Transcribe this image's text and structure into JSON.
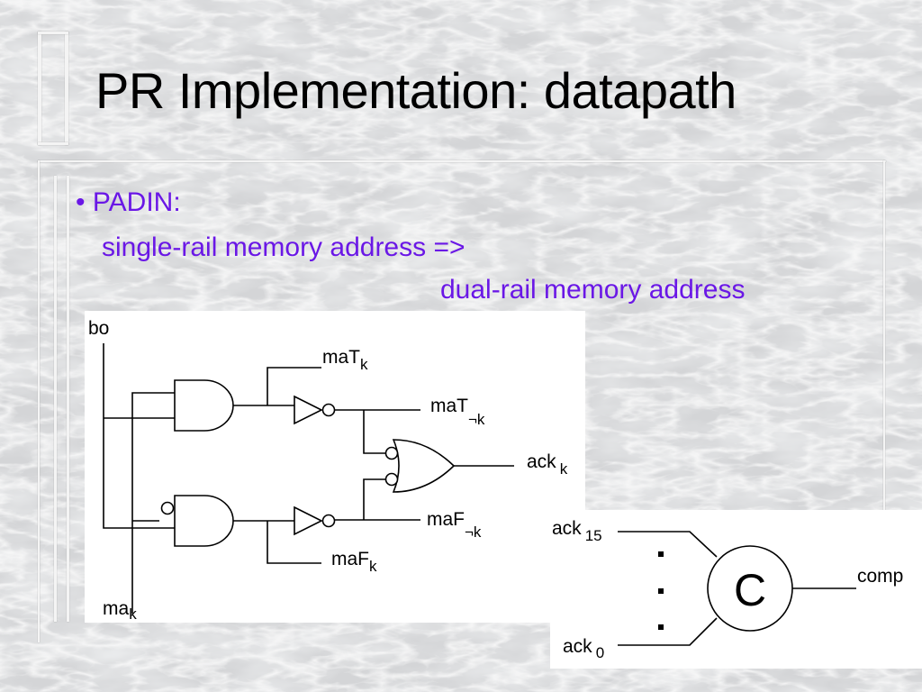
{
  "slide": {
    "title": "PR Implementation: datapath",
    "bullet_marker": "•",
    "bullet_heading": "PADIN:",
    "line1": "single-rail memory address =>",
    "line2": "dual-rail memory address"
  },
  "circuit": {
    "bo": "bo",
    "maT_k_base": "maT",
    "maT_k_sub": "k",
    "maT_notk_base": "maT",
    "maT_notk_sub": "¬k",
    "ack_k_base": "ack",
    "ack_k_sub": "k",
    "maF_notk_base": "maF",
    "maF_notk_sub": "¬k",
    "maF_k_base": "maF",
    "maF_k_sub": "k",
    "ma_k_base": "ma",
    "ma_k_sub": "k"
  },
  "celement": {
    "ack15_base": "ack",
    "ack15_sub": "15",
    "ack0_base": "ack",
    "ack0_sub": "0",
    "gate_label": "C",
    "output_label": "comp"
  },
  "colors": {
    "title": "#000000",
    "bullet_text": "#6a17e6",
    "background": "#d9dadb",
    "panel": "#ffffff"
  }
}
